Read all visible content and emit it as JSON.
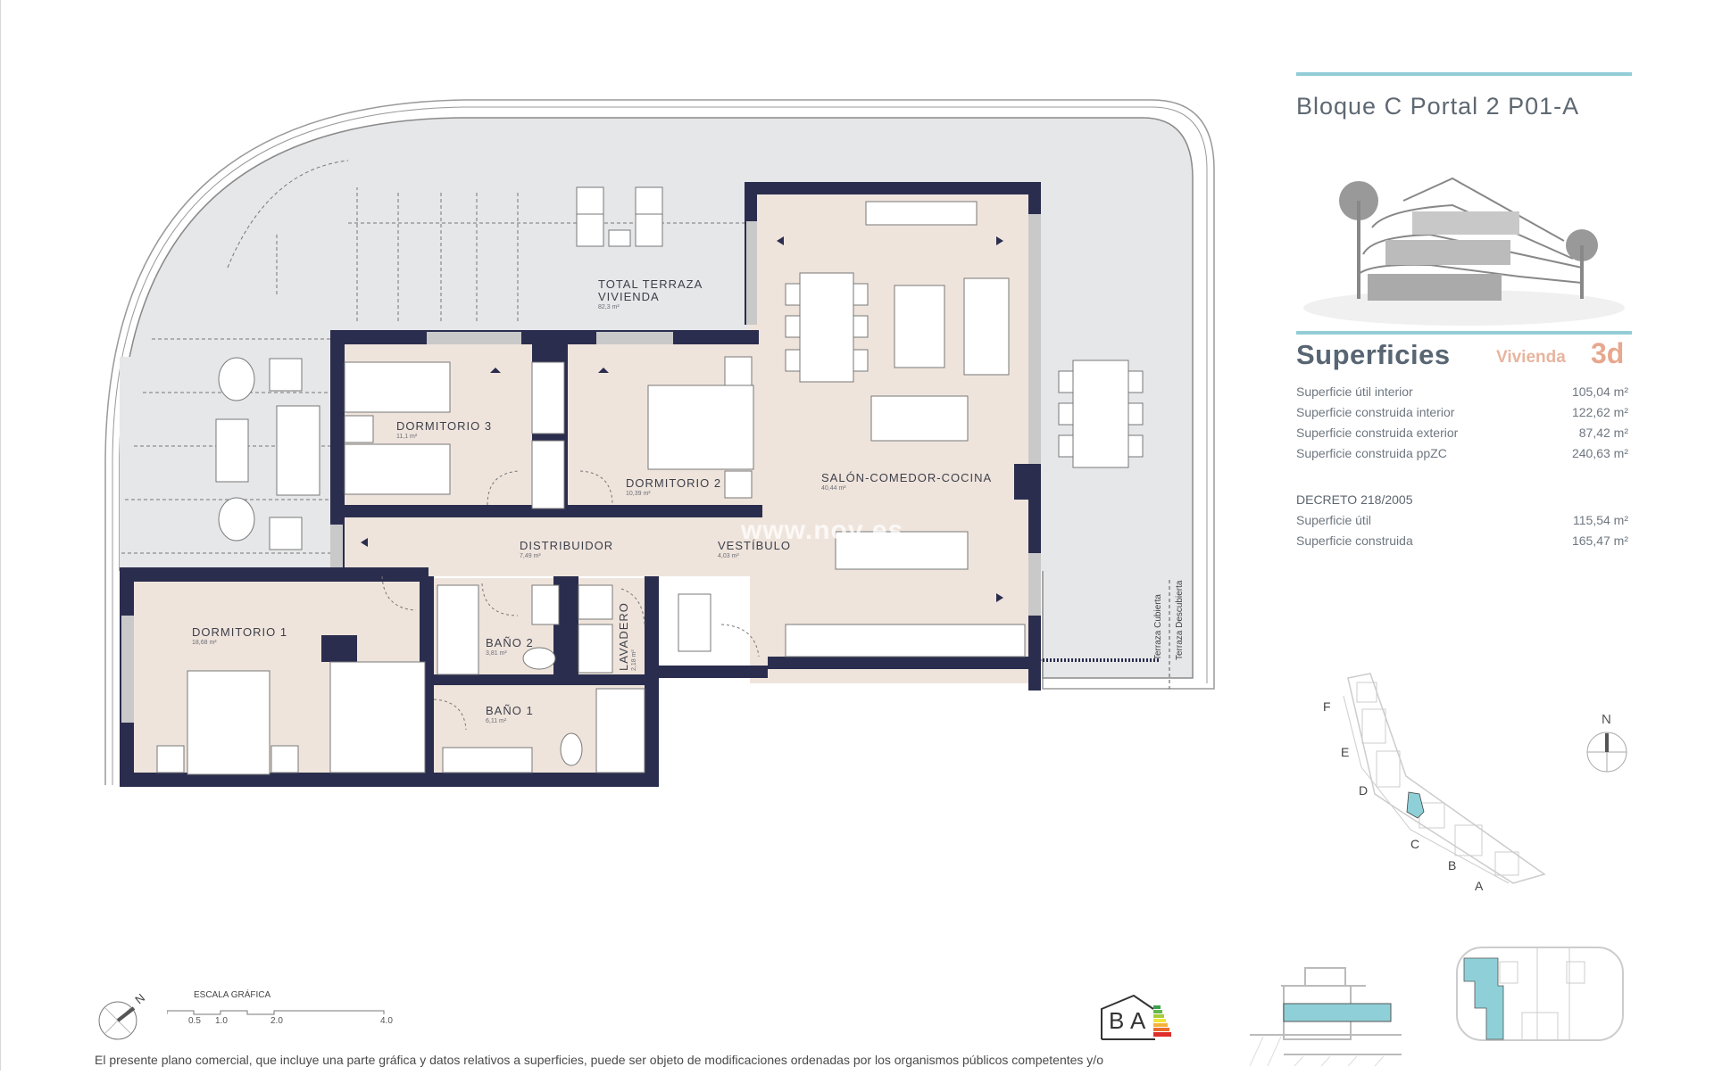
{
  "header": {
    "title": "Bloque C Portal 2 P01-A"
  },
  "surfaces": {
    "heading": "Superficies",
    "unit_label": "Vivienda",
    "unit_code": "3d",
    "rows": [
      {
        "label": "Superficie útil interior",
        "value": "105,04 m²"
      },
      {
        "label": "Superficie construida interior",
        "value": "122,62 m²"
      },
      {
        "label": "Superficie construida exterior",
        "value": "87,42 m²"
      },
      {
        "label": "Superficie construida ppZC",
        "value": "240,63 m²"
      }
    ],
    "decree": {
      "title": "DECRETO 218/2005",
      "rows": [
        {
          "label": "Superficie útil",
          "value": "115,54 m²"
        },
        {
          "label": "Superficie construida",
          "value": "165,47 m²"
        }
      ]
    }
  },
  "plan": {
    "rooms": [
      {
        "name": "TOTAL  TERRAZA",
        "name2": "VIVIENDA",
        "area": "82,3 m²"
      },
      {
        "name": "DORMITORIO 3",
        "area": "11,1 m²"
      },
      {
        "name": "DORMITORIO 2",
        "area": "10,39 m²"
      },
      {
        "name": "SALÓN-COMEDOR-COCINA",
        "area": "40,44 m²"
      },
      {
        "name": "DISTRIBUIDOR",
        "area": "7,49 m²"
      },
      {
        "name": "VESTÍBULO",
        "area": "4,03 m²"
      },
      {
        "name": "DORMITORIO 1",
        "area": "18,68 m²"
      },
      {
        "name": "BAÑO 2",
        "area": "3,81 m²"
      },
      {
        "name": "LAVADERO",
        "area": "2,18 m²"
      },
      {
        "name": "BAÑO 1",
        "area": "6,11 m²"
      }
    ],
    "terrace_labels": [
      "Terraza Cubierta",
      "Terraza Descubierta"
    ],
    "watermark": "www.nov          es"
  },
  "site_map": {
    "blocks": [
      "F",
      "E",
      "D",
      "C",
      "B",
      "A"
    ],
    "north": "N"
  },
  "scale": {
    "title": "ESCALA GRÁFICA",
    "ticks": [
      "0.5",
      "1.0",
      "2.0",
      "4.0"
    ],
    "north": "N"
  },
  "energy": {
    "rating_1": "B",
    "rating_2": "A"
  },
  "footer": {
    "disclaimer": "El presente plano comercial, que incluye una parte gráfica y datos relativos a superficies, puede ser objeto de modificaciones ordenadas por los organismos públicos competentes y/o"
  },
  "colors": {
    "wall": "#2a2d4e",
    "interior": "#efe4dc",
    "terrace": "#e6e7e9",
    "accent_teal": "#8fd0d8",
    "accent_orange": "#e6a88e"
  }
}
